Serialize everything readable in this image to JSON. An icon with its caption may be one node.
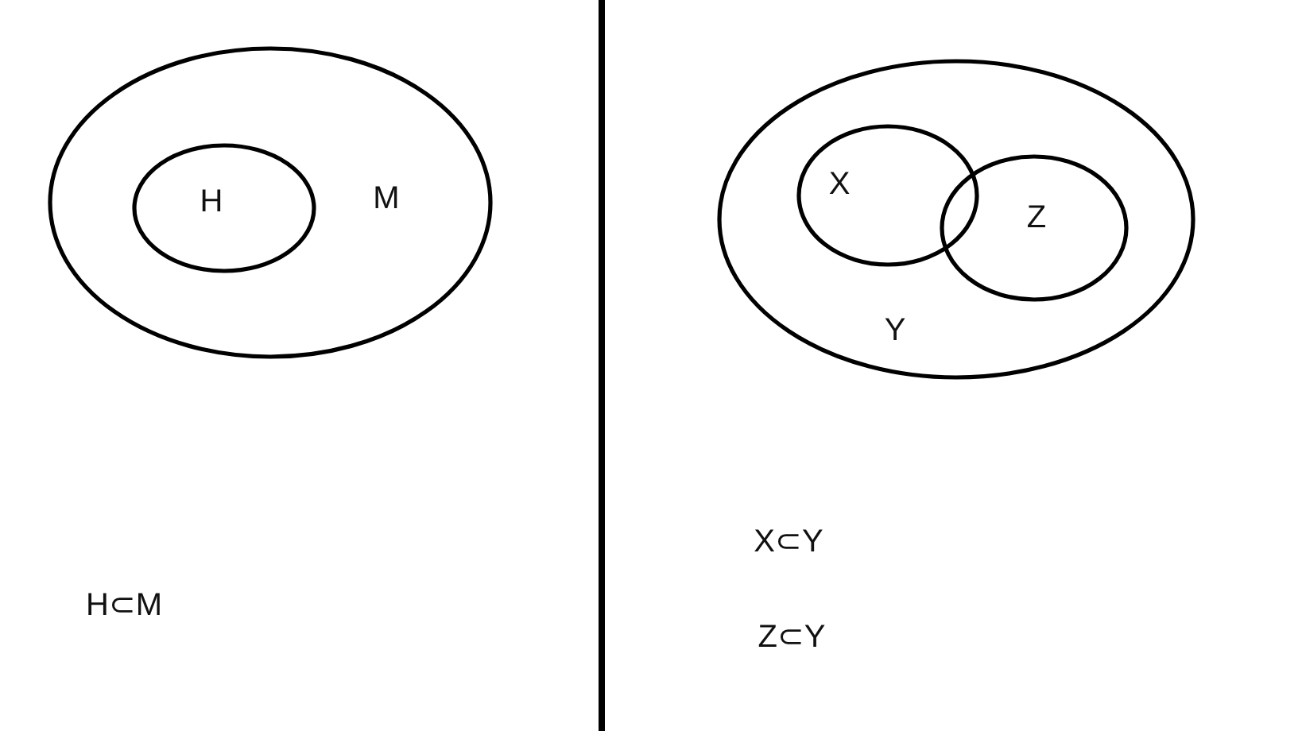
{
  "diagram": {
    "nodes": [
      {
        "text": [
          "M"
        ]
      },
      {
        "text": [
          "H"
        ],
        "in": 0
      },
      {
        "text": [
          "Y"
        ]
      },
      {
        "text": [
          "X"
        ],
        "in": 2
      },
      {
        "text": [
          "Z"
        ],
        "in": 2
      }
    ],
    "edges": [],
    "labels": [
      "H⊂M",
      "X⊂Y",
      "Z⊂Y"
    ]
  }
}
